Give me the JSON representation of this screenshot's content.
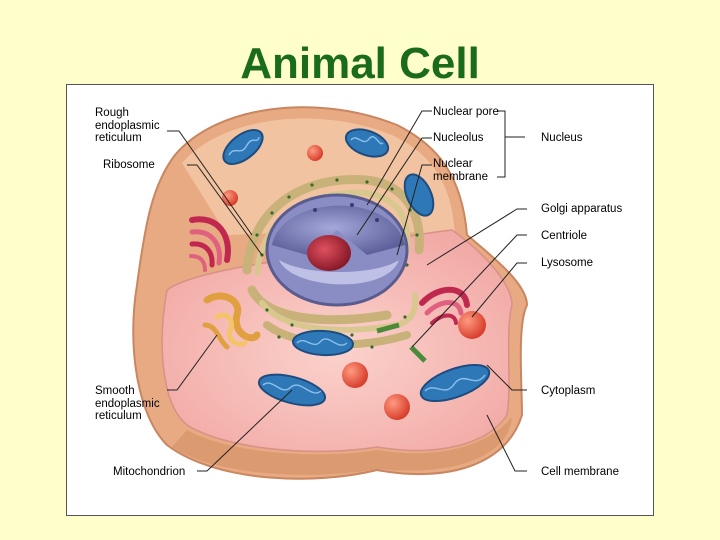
{
  "title": "Animal Cell",
  "labels": {
    "rough_er": "Rough\nendoplasmic\nreticulum",
    "ribosome": "Ribosome",
    "nuclear_pore": "Nuclear pore",
    "nucleolus": "Nucleolus",
    "nuclear_membrane": "Nuclear\nmembrane",
    "nucleus": "Nucleus",
    "golgi": "Golgi apparatus",
    "centriole": "Centriole",
    "lysosome": "Lysosome",
    "smooth_er": "Smooth\nendoplasmic\nreticulum",
    "cytoplasm": "Cytoplasm",
    "mitochondrion": "Mitochondrion",
    "cell_membrane": "Cell membrane"
  },
  "colors": {
    "title": "#1a6b1a",
    "background": "#ffffcc",
    "membrane": "#e4a27a",
    "cytoplasm": "#f4b3b0",
    "mitochondria": "#2f78b8",
    "lysosome": "#e0503a",
    "nucleus": "#7d7fb8",
    "nucleolus": "#b0303a",
    "golgi": "#c0284f",
    "rough_er": "#c8b27a",
    "smooth_er": "#e0a040",
    "centriole": "#4a8a3a"
  }
}
